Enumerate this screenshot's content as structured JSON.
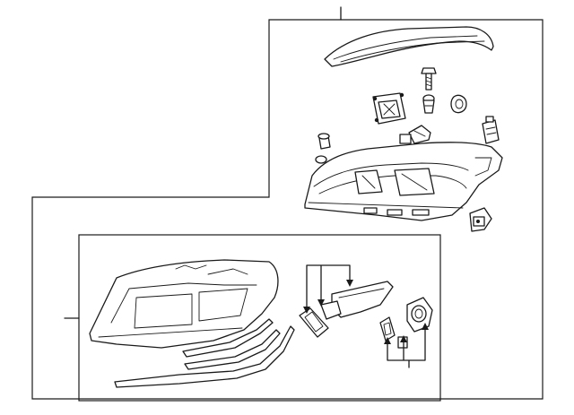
{
  "diagram": {
    "callouts": [],
    "parts": [
      "top-trim-strip",
      "mounting-bolt",
      "grommet-clip",
      "bulb-socket",
      "wiring-clip",
      "ballast-module",
      "gasket",
      "vent-cap",
      "small-connector",
      "headlamp-assembly-upper",
      "connector-block",
      "headlamp-lens-lower",
      "trim-strip-lower-1",
      "trim-strip-lower-2",
      "trim-strip-lower-3",
      "seal-ring",
      "bracket-housing",
      "sensor-seal",
      "socket-cap",
      "ignitor-module"
    ]
  }
}
